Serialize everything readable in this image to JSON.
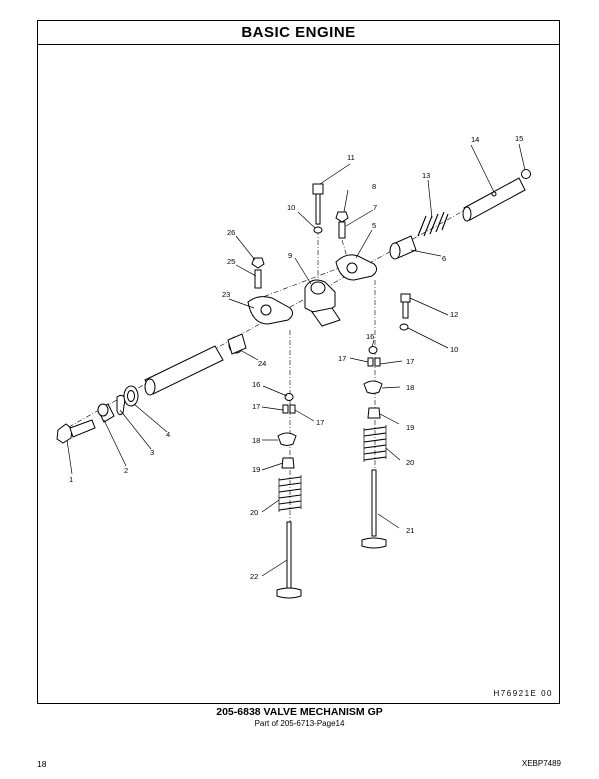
{
  "header": {
    "title": "BASIC  ENGINE"
  },
  "diagram": {
    "illustration_code": "H76921E   00",
    "callouts": [
      "1",
      "2",
      "3",
      "4",
      "5",
      "6",
      "7",
      "8",
      "9",
      "10",
      "10",
      "11",
      "12",
      "13",
      "14",
      "15",
      "16",
      "16",
      "17",
      "17",
      "17",
      "17",
      "18",
      "18",
      "19",
      "19",
      "20",
      "20",
      "21",
      "22",
      "23",
      "24",
      "25",
      "26"
    ]
  },
  "caption": {
    "title": "205-6838  VALVE  MECHANISM  GP",
    "subtitle": "Part of 205-6713-Page14"
  },
  "footer": {
    "page_number": "18",
    "doc_code": "XEBP7489"
  }
}
